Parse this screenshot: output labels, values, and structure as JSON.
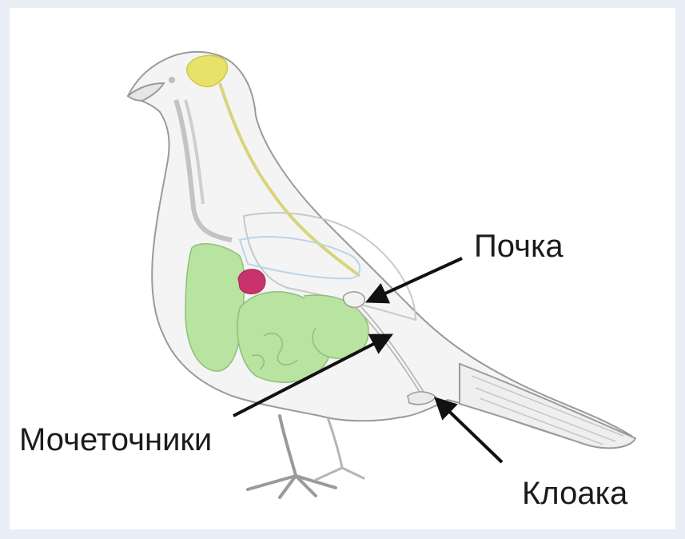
{
  "labels": {
    "kidney": "Почка",
    "ureters": "Мочеточники",
    "cloaca": "Клоака"
  },
  "colors": {
    "frame": "#e9eef6",
    "organ_green": "#b9e3a0",
    "brain_yellow": "#e8e26a",
    "heart_red": "#c9336b",
    "outline": "#9a9a9a",
    "arrow": "#111111"
  }
}
